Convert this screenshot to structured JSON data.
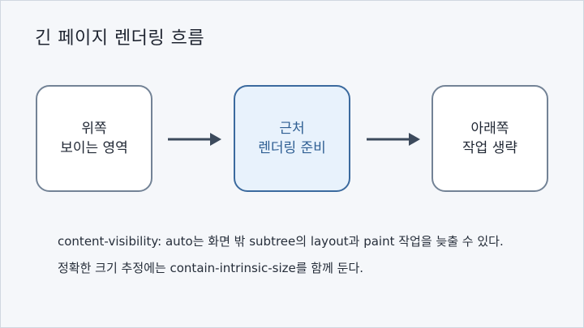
{
  "title": "긴 페이지 렌더링 흐름",
  "nodes": [
    {
      "line1": "위쪽",
      "line2": "보이는 영역"
    },
    {
      "line1": "근처",
      "line2": "렌더링 준비"
    },
    {
      "line1": "아래쪽",
      "line2": "작업 생략"
    }
  ],
  "captions": [
    "content-visibility: auto는 화면 밖 subtree의 layout과 paint 작업을 늦출 수 있다.",
    "정확한 크기 추정에는 contain-intrinsic-size를 함께 둔다."
  ],
  "colors": {
    "background": "#f5f7fa",
    "node_border": "#738396",
    "active_fill": "#e8f2fc",
    "active_border": "#3b6a9e",
    "arrow": "#3c4a5c"
  }
}
